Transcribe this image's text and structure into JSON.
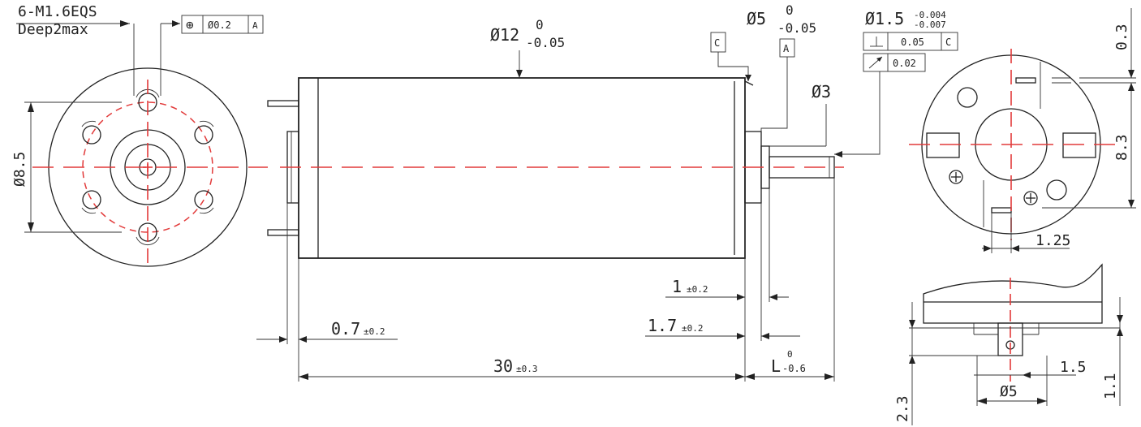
{
  "front_view": {
    "hole_callout_line1": "6-M1.6EQS",
    "hole_callout_line2": "Deep2max",
    "fcf_symbol": "⊕",
    "fcf_value": "Ø0.2",
    "fcf_datum": "A",
    "dim_bolt_circle": "Ø8.5"
  },
  "side_view": {
    "dim_body_diameter": "Ø12",
    "dim_body_tol_upper": "0",
    "dim_body_tol_lower": "-0.05",
    "datum_c": "C",
    "datum_a": "A",
    "dim_boss_diameter": "Ø5",
    "dim_boss_tol_upper": "0",
    "dim_boss_tol_lower": "-0.05",
    "dim_shaft_diameter": "Ø1.5",
    "dim_shaft_tol_upper": "-0.004",
    "dim_shaft_tol_lower": "-0.007",
    "perp_value": "0.05",
    "perp_datum": "C",
    "runout_value": "0.02",
    "dim_bearing_diameter": "Ø3",
    "dim_flange_1": "1",
    "dim_flange_1_tol": "±0.2",
    "dim_flange_2": "1.7",
    "dim_flange_2_tol": "±0.2",
    "dim_terminal": "0.7",
    "dim_terminal_tol": "±0.2",
    "dim_length": "30",
    "dim_length_tol": "±0.3",
    "dim_shaft_length": "L",
    "dim_shaft_length_upper": "0",
    "dim_shaft_length_lower": "-0.6"
  },
  "rear_view": {
    "dim_top": "0.3",
    "dim_height": "8.3",
    "dim_slot": "1.25"
  },
  "detail_view": {
    "dim_1_5": "1.5",
    "dim_dia5": "Ø5",
    "dim_1_1": "1.1",
    "dim_2_3": "2.3"
  }
}
